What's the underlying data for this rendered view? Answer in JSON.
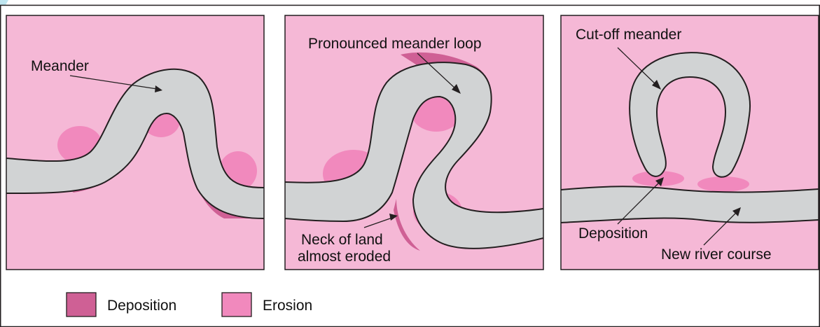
{
  "colors": {
    "land": "#f5b8d6",
    "river": "#d1d3d4",
    "deposition": "#cf6095",
    "erosion": "#f189bd",
    "outline": "#231f20",
    "frame_accent": "#bfe6f0"
  },
  "panels": [
    {
      "labels": {
        "meander": "Meander"
      }
    },
    {
      "labels": {
        "loop": "Pronounced meander loop",
        "neck_line1": "Neck of land",
        "neck_line2": "almost eroded"
      }
    },
    {
      "labels": {
        "cutoff": "Cut-off meander",
        "deposition": "Deposition",
        "new_course": "New river course"
      }
    }
  ],
  "legend": {
    "deposition": "Deposition",
    "erosion": "Erosion"
  }
}
